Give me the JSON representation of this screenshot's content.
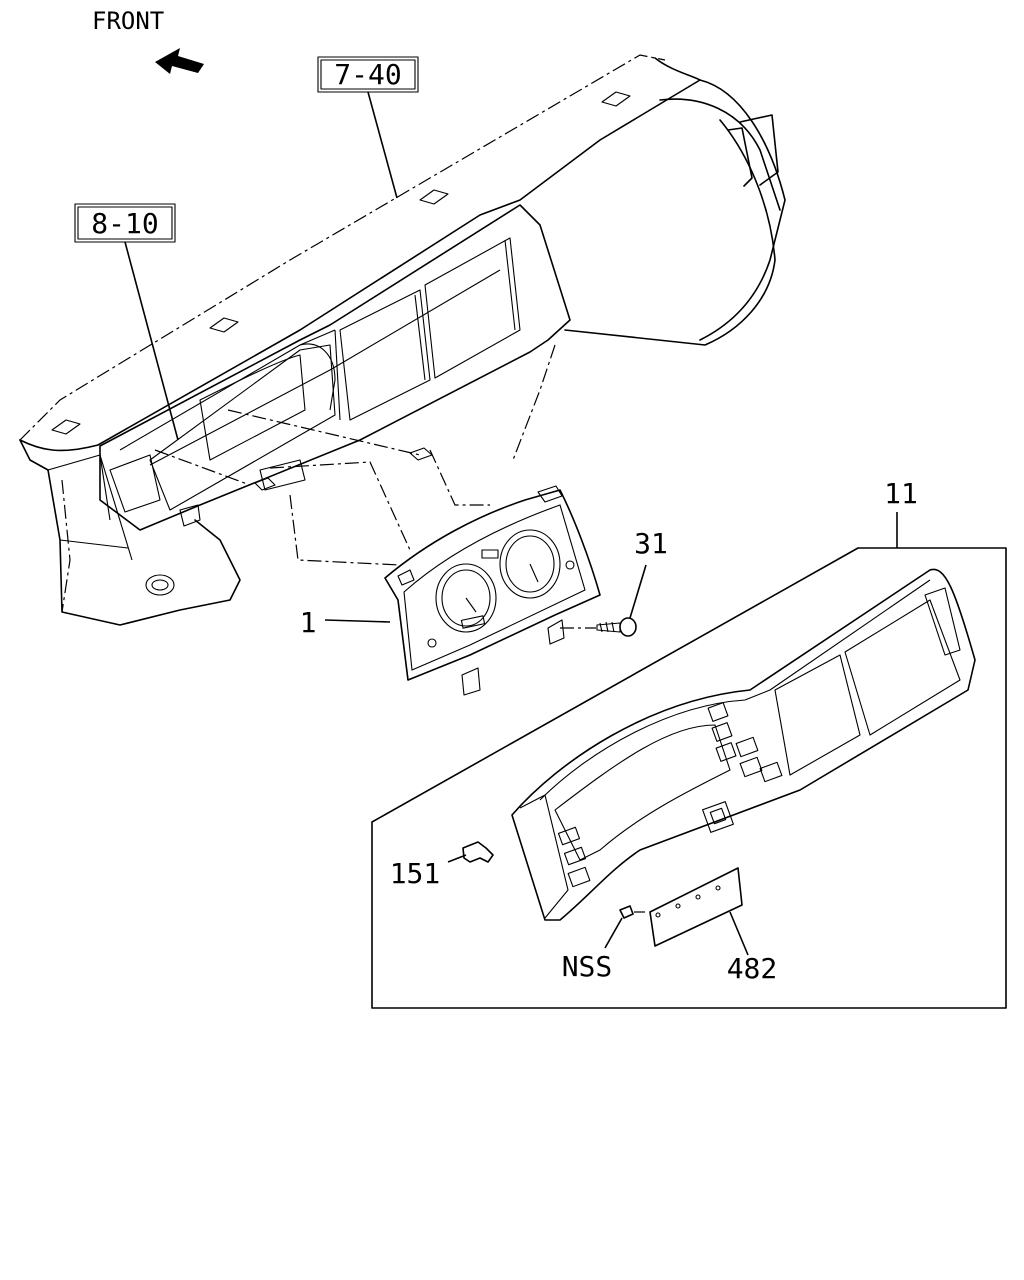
{
  "orientation": {
    "text": "FRONT",
    "icon": "arrow-icon"
  },
  "references": [
    {
      "id": "ref-7-40",
      "text": "7-40"
    },
    {
      "id": "ref-8-10",
      "text": "8-10"
    }
  ],
  "callouts": {
    "item_1": "1",
    "item_31": "31",
    "item_11": "11",
    "item_151": "151",
    "item_nss": "NSS",
    "item_482": "482"
  }
}
